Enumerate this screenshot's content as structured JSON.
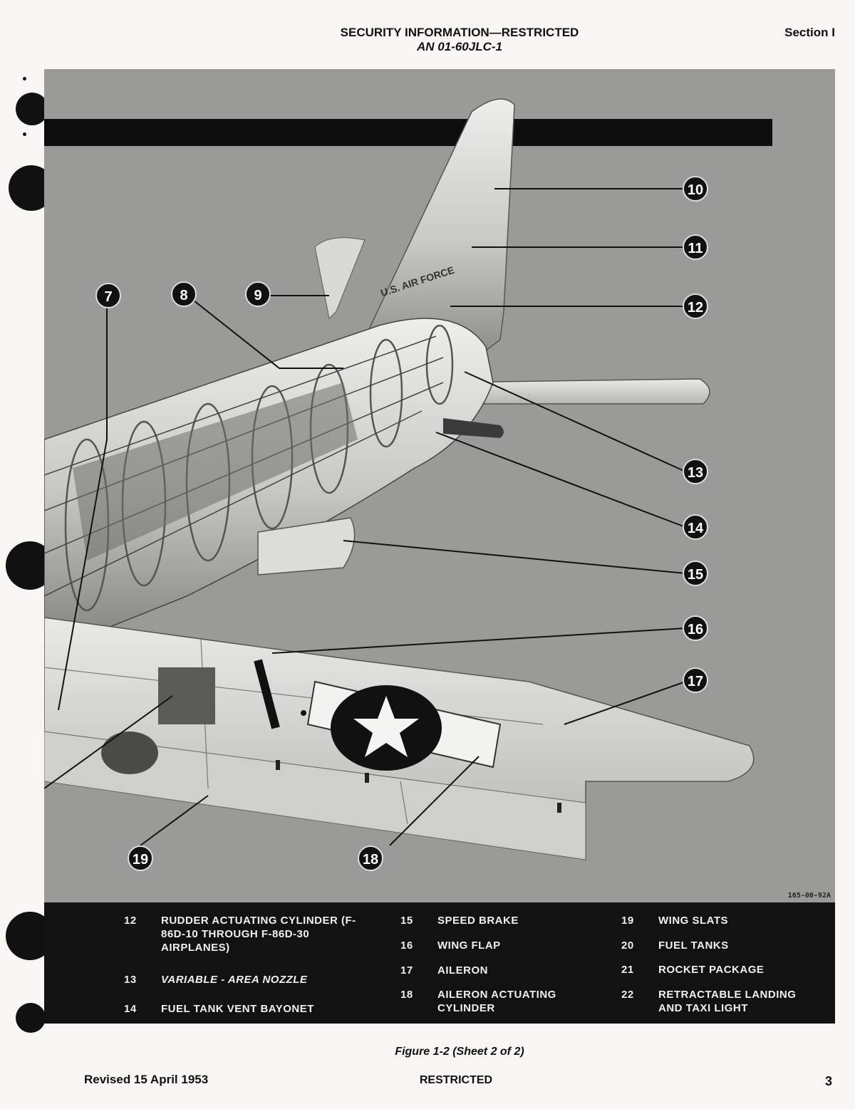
{
  "header": {
    "security": "SECURITY INFORMATION—RESTRICTED",
    "doc_number": "AN 01-60JLC-1",
    "section": "Section I"
  },
  "figure": {
    "markings": "U.S. AIR FORCE",
    "ref_number": "165-00-92A",
    "callouts": [
      "7",
      "8",
      "9",
      "10",
      "11",
      "12",
      "13",
      "14",
      "15",
      "16",
      "17",
      "18",
      "19"
    ]
  },
  "legend": {
    "items": [
      {
        "num": "12",
        "text": "RUDDER ACTUATING CYLINDER (F-86D-10 THROUGH F-86D-30 AIRPLANES)"
      },
      {
        "num": "13",
        "text": "VARIABLE - AREA NOZZLE"
      },
      {
        "num": "14",
        "text": "FUEL TANK VENT BAYONET"
      },
      {
        "num": "15",
        "text": "SPEED BRAKE"
      },
      {
        "num": "16",
        "text": "WING FLAP"
      },
      {
        "num": "17",
        "text": "AILERON"
      },
      {
        "num": "18",
        "text": "AILERON ACTUATING CYLINDER"
      },
      {
        "num": "19",
        "text": "WING SLATS"
      },
      {
        "num": "20",
        "text": "FUEL TANKS"
      },
      {
        "num": "21",
        "text": "ROCKET PACKAGE"
      },
      {
        "num": "22",
        "text": "RETRACTABLE LANDING AND TAXI LIGHT"
      }
    ]
  },
  "caption": "Figure 1-2 (Sheet 2 of 2)",
  "footer": {
    "revised": "Revised 15 April 1953",
    "classification": "RESTRICTED",
    "page": "3"
  }
}
